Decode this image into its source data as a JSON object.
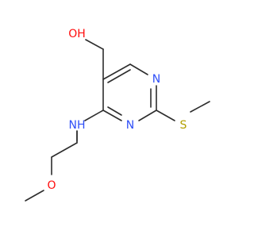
{
  "molecule": {
    "atoms": {
      "hydroxyl": "OH",
      "ring_n_top": "N",
      "ring_n_bottom": "N",
      "sulfur": "S",
      "amine": "NH",
      "ether_oxygen": "O"
    },
    "colors": {
      "bond": "#2d2d2d",
      "oxygen": "#ff0d0d",
      "nitrogen": "#3050f8",
      "sulfur": "#b2a000"
    }
  }
}
